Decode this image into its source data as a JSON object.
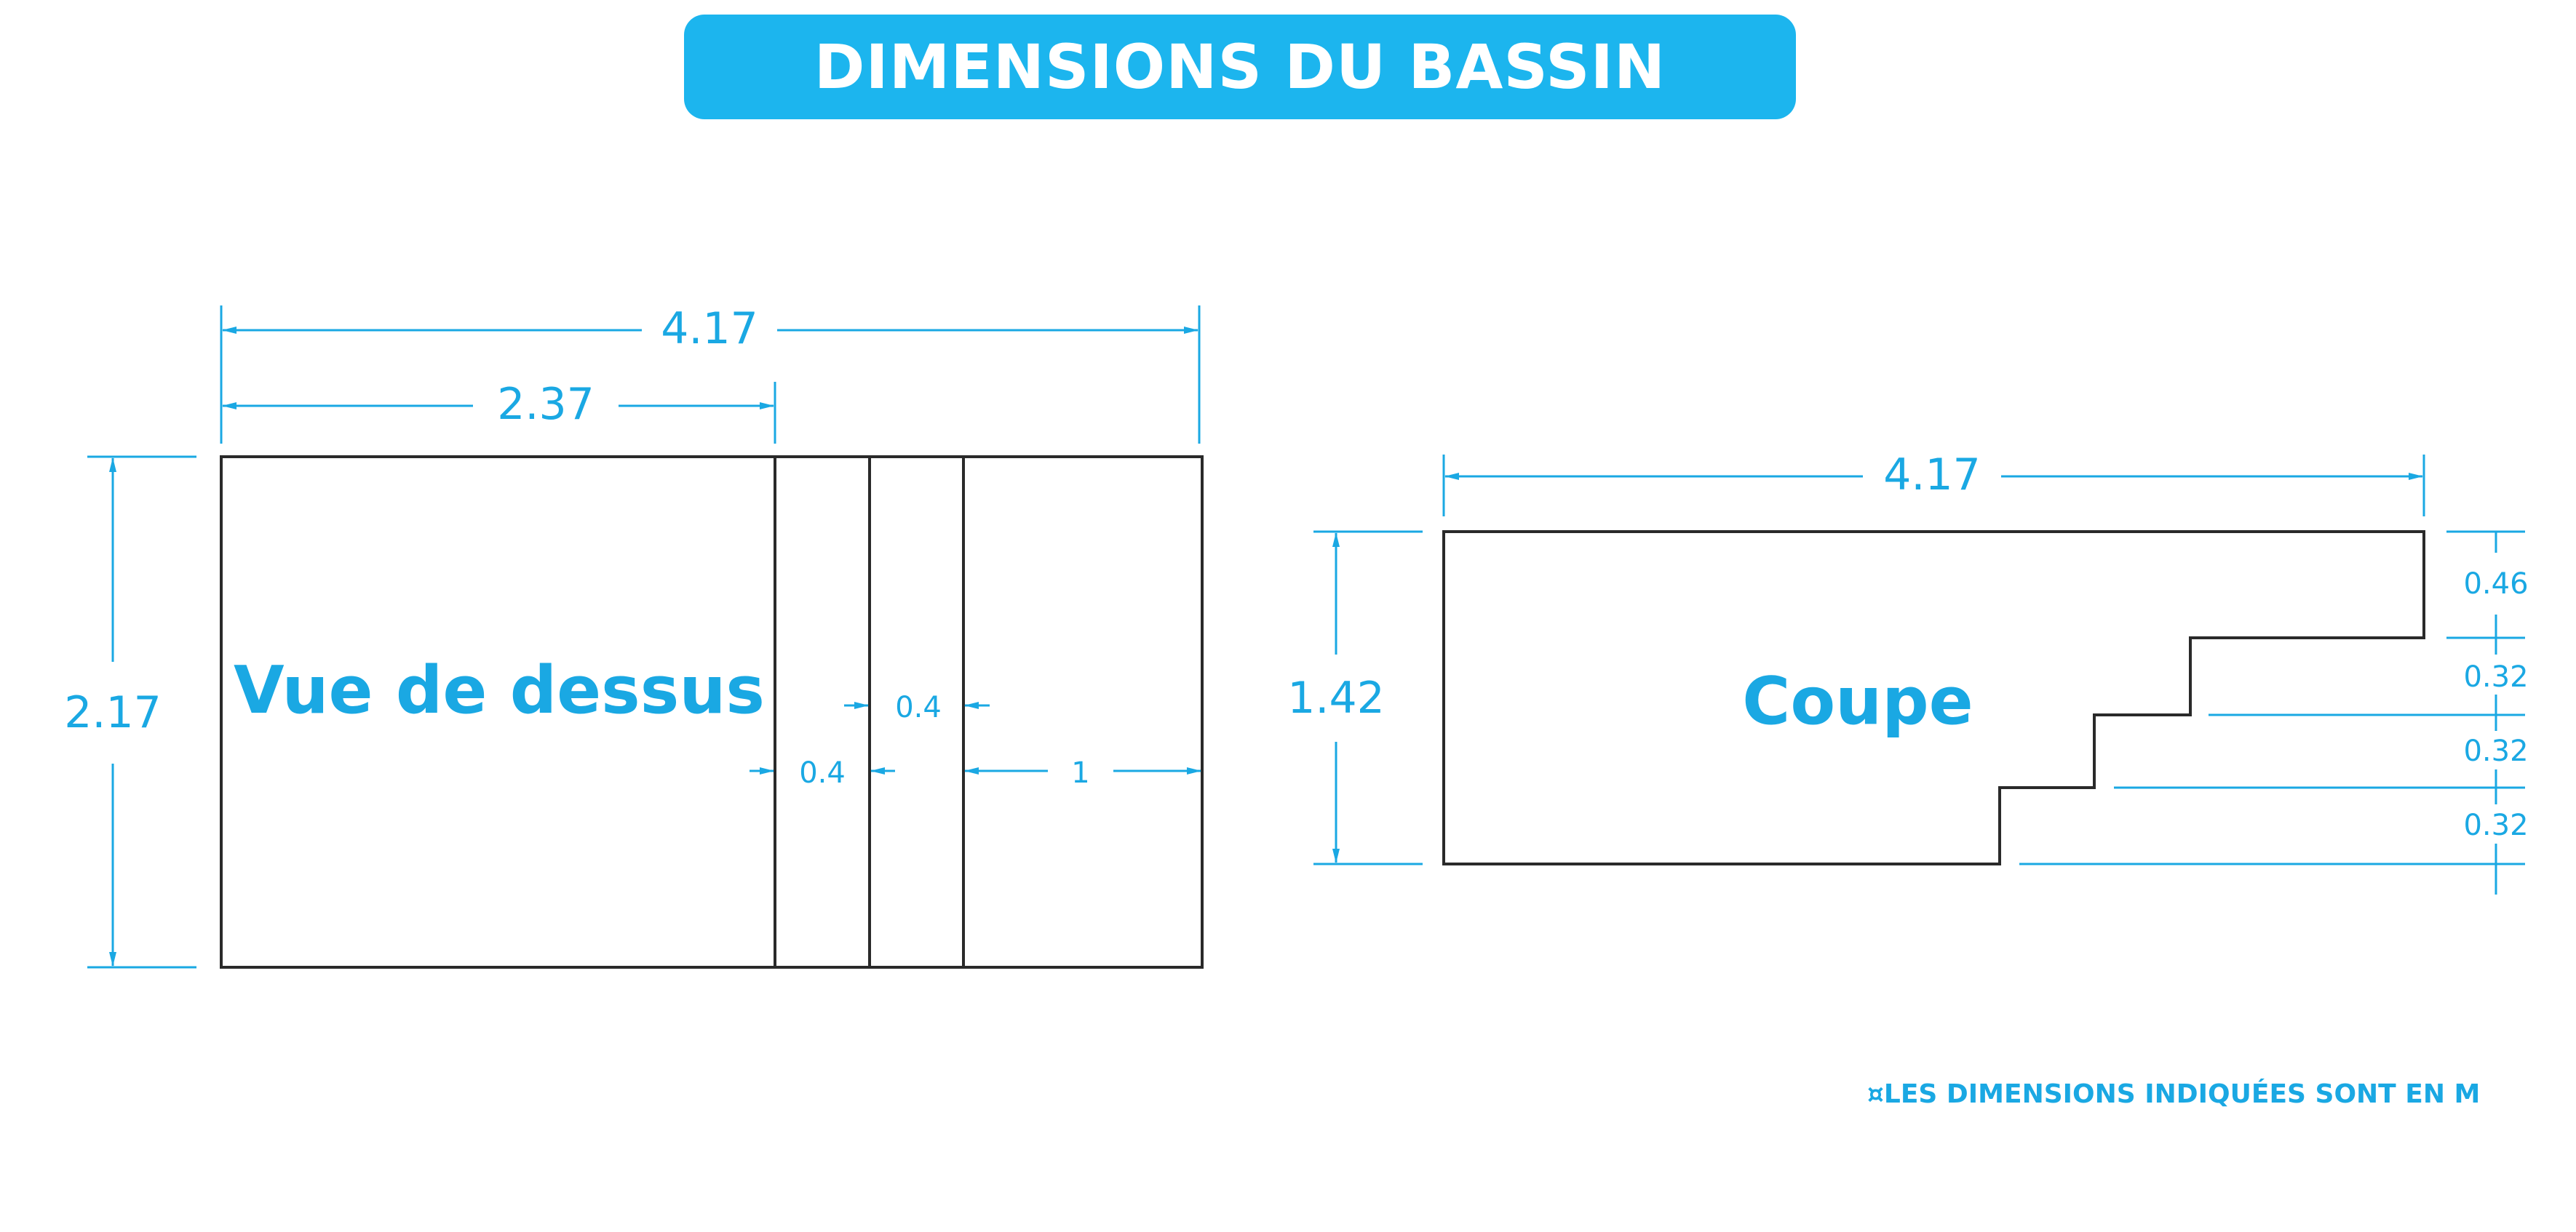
{
  "title": "DIMENSIONS DU BASSIN",
  "top_view": {
    "label": "Vue de dessus",
    "overall_length": "4.17",
    "deep_length": "2.37",
    "width": "2.17",
    "step_1": "0.4",
    "step_2": "0.4",
    "step_3": "1"
  },
  "section_view": {
    "label": "Coupe",
    "overall_length": "4.17",
    "total_depth": "1.42",
    "riser_1": "0.46",
    "riser_2": "0.32",
    "riser_3": "0.32",
    "riser_4": "0.32"
  },
  "note": "¤LES DIMENSIONS INDIQUÉES SONT EN M",
  "colors": {
    "accent": "#1cb5ee",
    "dimension_line": "#1aa8e3",
    "outline": "#2a2a2a"
  }
}
